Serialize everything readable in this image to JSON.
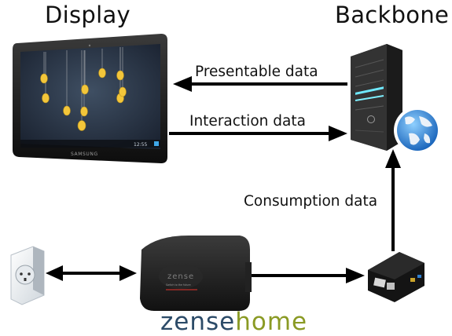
{
  "headings": {
    "display": "Display",
    "backbone": "Backbone"
  },
  "flows": {
    "presentable": "Presentable data",
    "interaction": "Interaction data",
    "consumption": "Consumption data"
  },
  "tablet": {
    "maker": "SAMSUNG",
    "clock": "12:55"
  },
  "device": {
    "badge": "zense",
    "tagline": "Switch to the future"
  },
  "brand": {
    "part1": "zense",
    "part2": "home"
  },
  "colors": {
    "arrow": "#000000",
    "bulb": "#f3c63a",
    "brand_blue": "#2c4b68",
    "brand_green": "#8a9a24"
  },
  "icons": [
    "tablet-icon",
    "server-icon",
    "globe-icon",
    "wall-socket-icon",
    "zense-controller-icon",
    "raspberry-pi-icon"
  ]
}
